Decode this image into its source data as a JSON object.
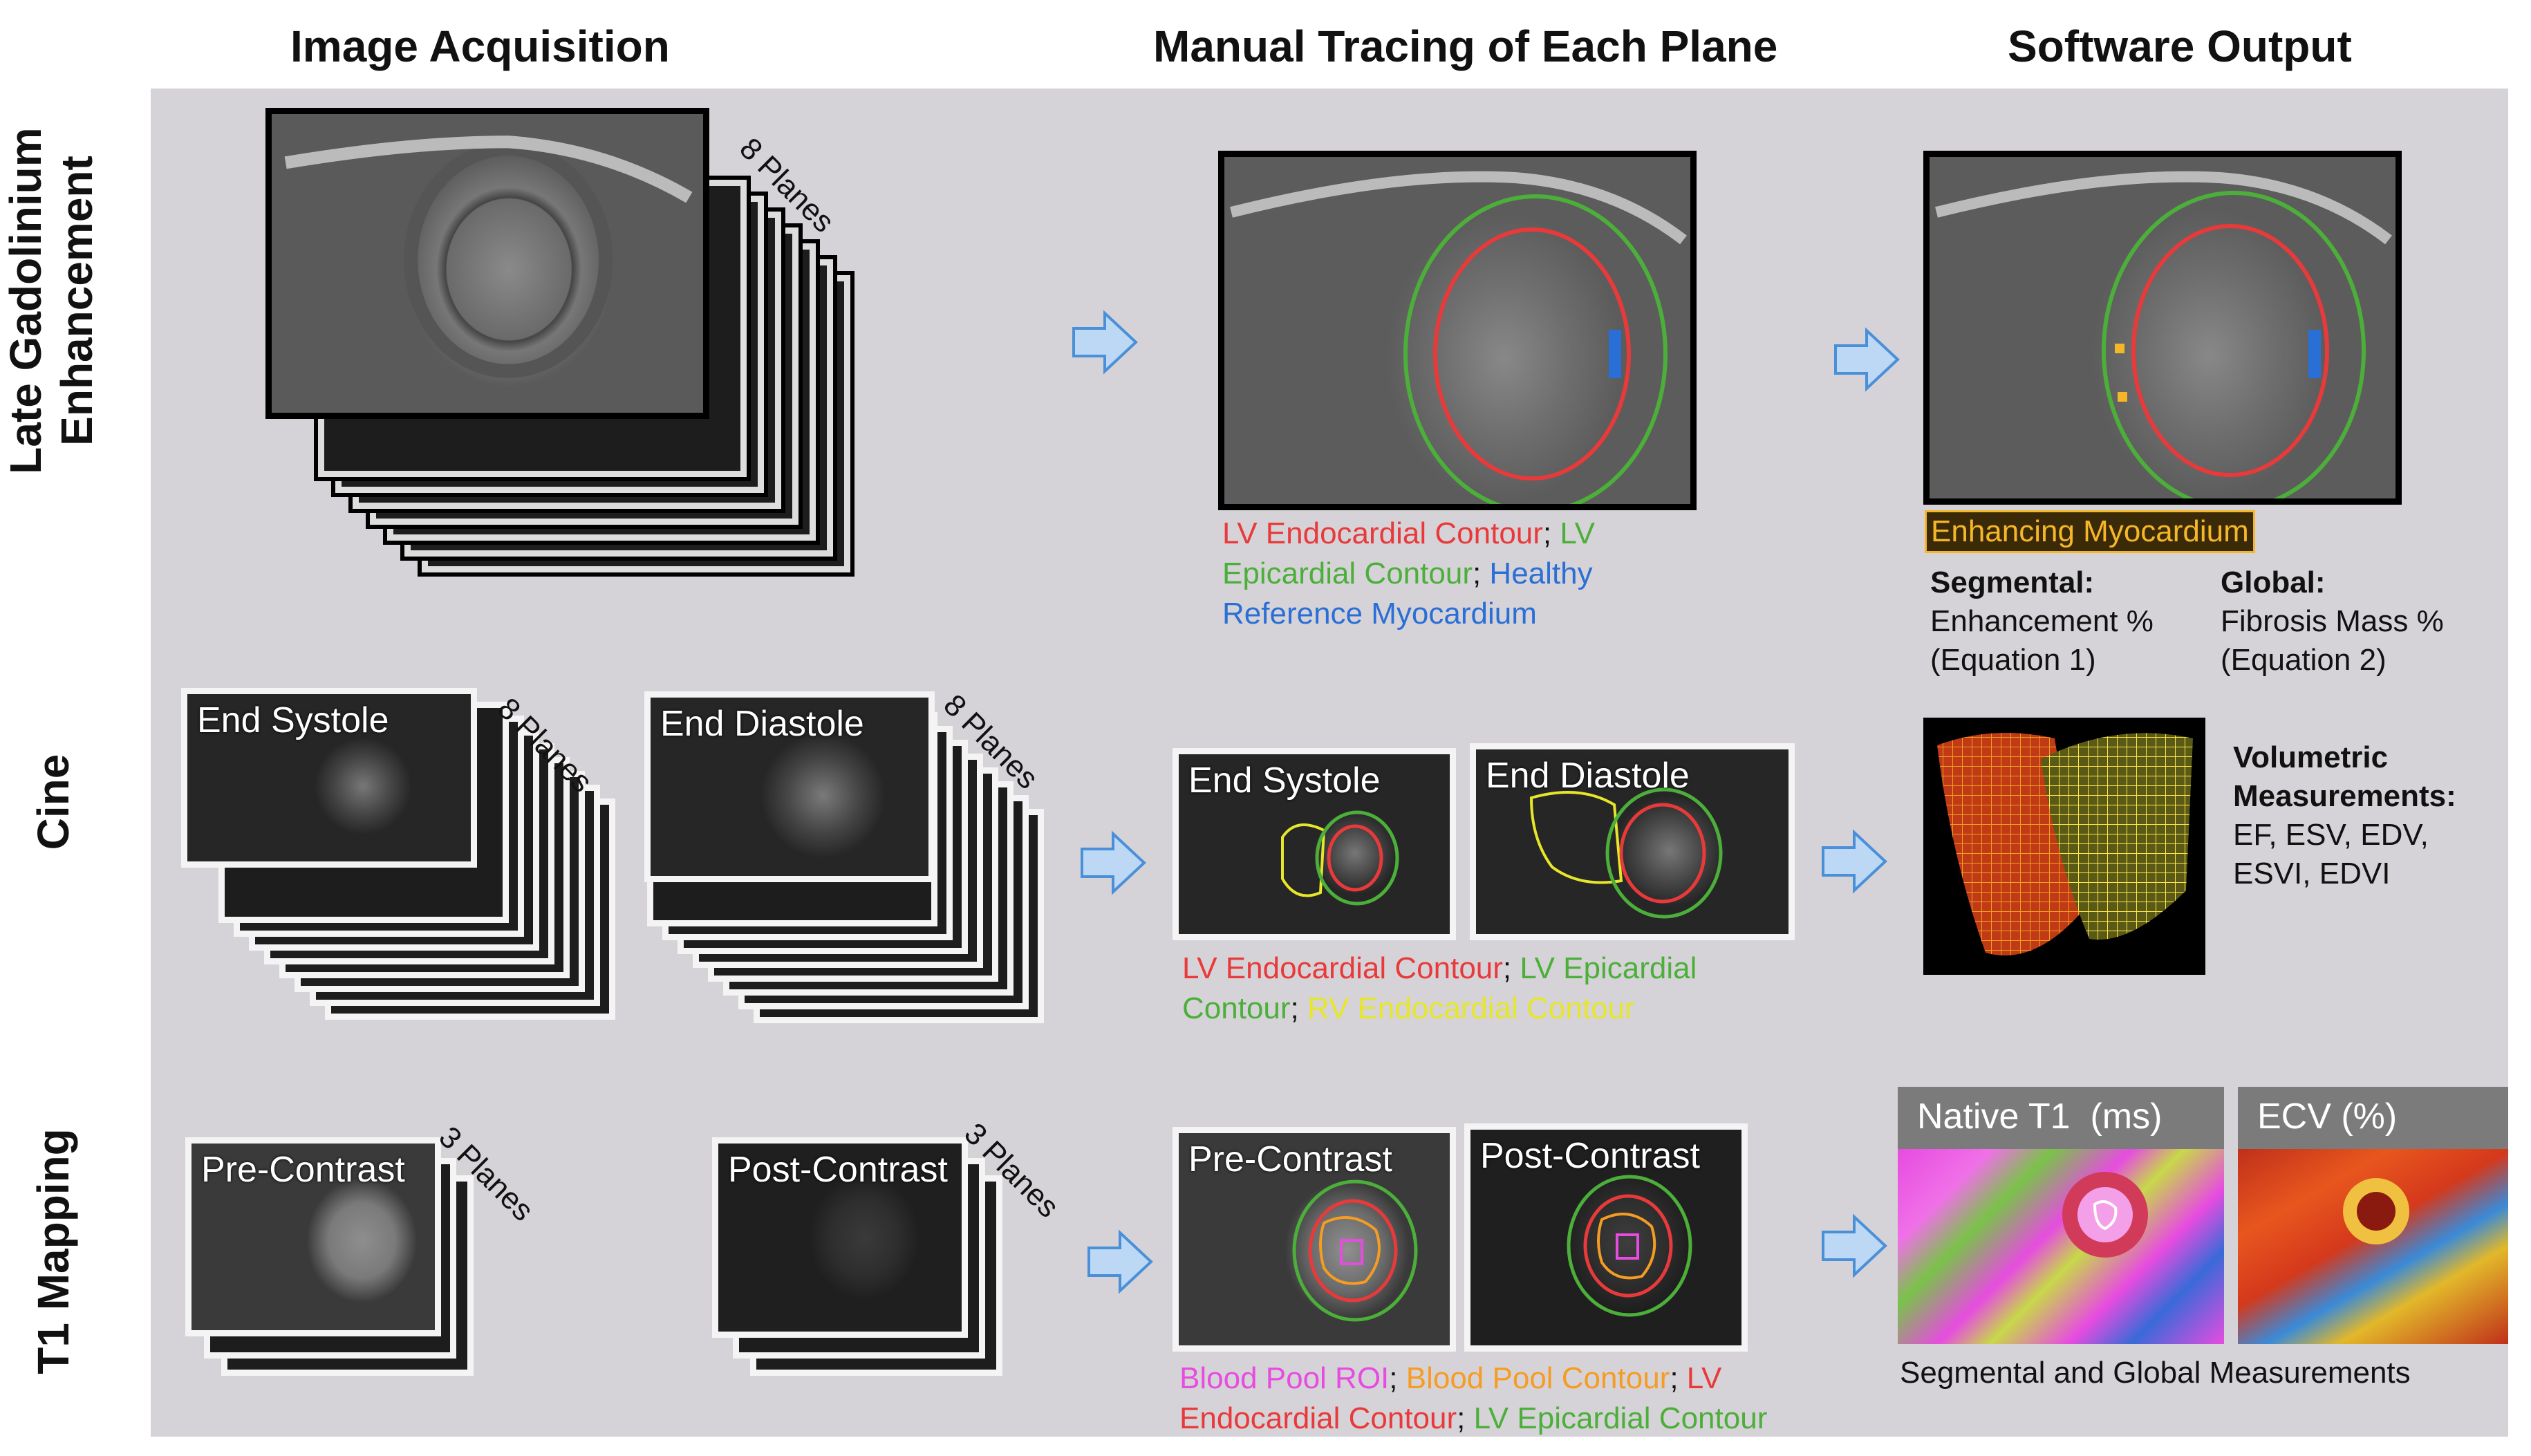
{
  "columns": {
    "acquisition": "Image Acquisition",
    "tracing": "Manual Tracing of Each Plane",
    "output": "Software Output"
  },
  "rows": {
    "lge": "Late Gadolinium Enhancement",
    "cine": "Cine",
    "t1": "T1 Mapping"
  },
  "lge": {
    "planes": "8 Planes",
    "caption": {
      "endo": "LV Endocardial Contour",
      "sep1": "; ",
      "epi": "LV Epicardial Contour",
      "sep2": "; ",
      "healthy": "Healthy Reference Myocardium"
    },
    "enhancing": "Enhancing Myocardium",
    "segmental_title": "Segmental:",
    "segmental_line1": "Enhancement %",
    "segmental_line2": "(Equation 1)",
    "global_title": "Global:",
    "global_line1": "Fibrosis Mass %",
    "global_line2": "(Equation 2)"
  },
  "cine": {
    "end_systole": "End Systole",
    "end_diastole": "End Diastole",
    "planes": "8 Planes",
    "caption": {
      "endo": "LV Endocardial Contour",
      "sep1": "; ",
      "epi": "LV Epicardial Contour",
      "sep2": "; ",
      "rv": "RV Endocardial Contour"
    },
    "vol_title1": "Volumetric",
    "vol_title2": "Measurements:",
    "vol_line1": "EF, ESV, EDV,",
    "vol_line2": "ESVI, EDVI"
  },
  "t1": {
    "pre": "Pre-Contrast",
    "post": "Post-Contrast",
    "planes": "3 Planes",
    "caption": {
      "roi": "Blood Pool ROI",
      "sep1": "; ",
      "pool": "Blood Pool Contour",
      "sep2": "; ",
      "endo": "LV Endocardial Contour",
      "sep3": "; ",
      "epi": "LV Epicardial Contour"
    },
    "native": "Native T1  (ms)",
    "ecv": "ECV (%)",
    "summary": "Segmental and Global Measurements"
  },
  "colors": {
    "panel": "#d6d3d8",
    "arrow": "#bcd8f5",
    "arrow_stroke": "#4a90d9",
    "endo": "#e83a3a",
    "epi": "#4caf3a",
    "reference": "#2a6fd6",
    "rv": "#e6e62a",
    "pool": "#f59c23",
    "roi": "#e64ce0"
  }
}
